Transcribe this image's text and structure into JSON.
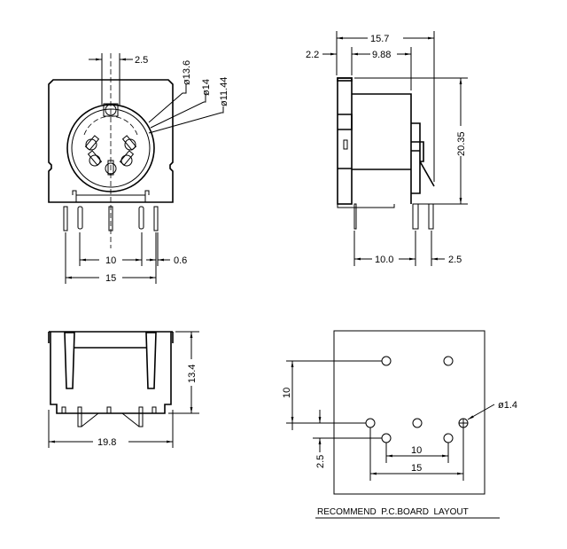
{
  "front_view": {
    "dim_key_offset": "2.5",
    "dia_outer": "ø13.6",
    "dia_mid": "ø14",
    "dia_inner": "ø11.44",
    "dim_pin_spacing": "10",
    "dim_pin_width": "0.6",
    "dim_width": "15"
  },
  "side_view": {
    "dim_depth": "15.7",
    "dim_flange": "2.2",
    "dim_body": "9.88",
    "dim_height": "20.35",
    "dim_pin_offset": "10.0",
    "dim_pin_pitch": "2.5"
  },
  "bottom_view": {
    "dim_height": "13.4",
    "dim_width": "19.8"
  },
  "pcb_layout": {
    "dim_vertical": "10",
    "dim_offset": "2.5",
    "dim_inner": "10",
    "dim_outer": "15",
    "hole_dia": "ø1.4",
    "title": "RECOMMEND  P.C.BOARD  LAYOUT"
  }
}
